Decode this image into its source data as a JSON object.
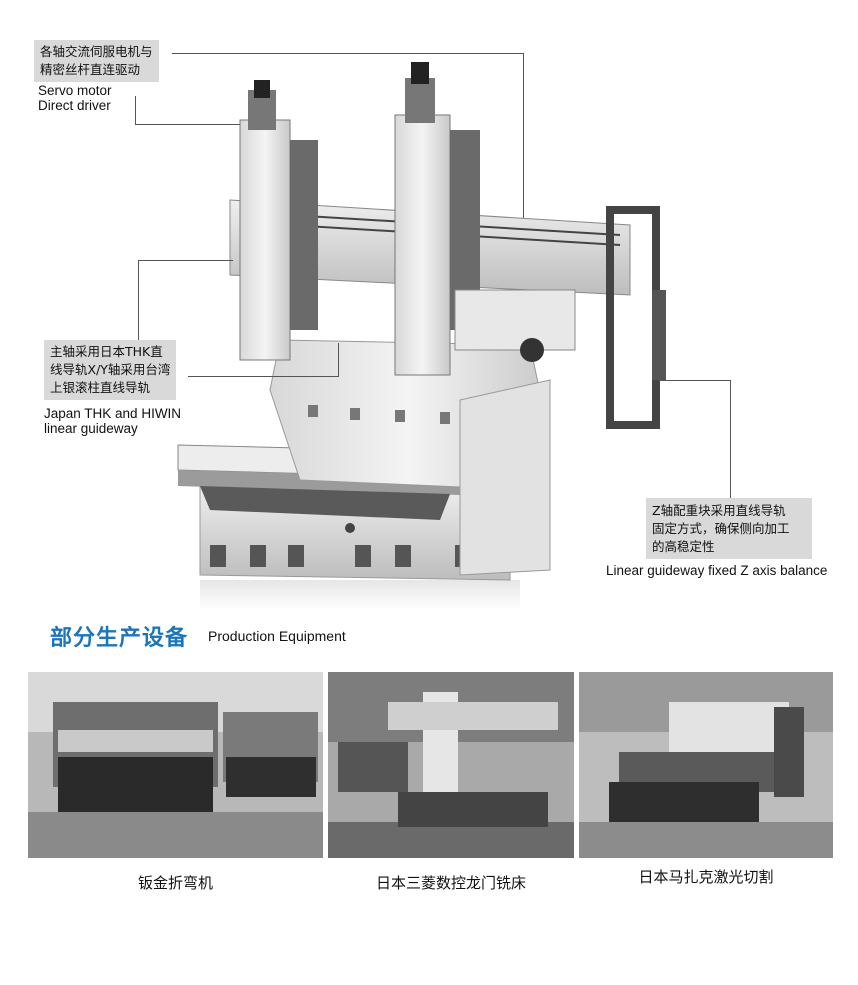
{
  "callouts": {
    "servo": {
      "cn_line1": "各轴交流伺服电机与",
      "cn_line2": "精密丝杆直连驱动",
      "en_line1": "Servo motor",
      "en_line2": "Direct driver"
    },
    "guideway": {
      "cn_line1": "主轴采用日本THK直",
      "cn_line2": "线导轨X/Y轴采用台湾",
      "cn_line3": "上银滚柱直线导轨",
      "en_line1": "Japan THK and HIWIN",
      "en_line2": "linear guideway"
    },
    "zaxis": {
      "cn_line1": "Z轴配重块采用直线导轨",
      "cn_line2": "固定方式，确保侧向加工",
      "cn_line3": "的高稳定性",
      "en_line1": "Linear guideway fixed Z axis balance"
    }
  },
  "section": {
    "title_cn": "部分生产设备",
    "title_en": "Production Equipment"
  },
  "equipment": [
    {
      "caption": "钣金折弯机"
    },
    {
      "caption": "日本三菱数控龙门铣床"
    },
    {
      "caption": "日本马扎克激光切割"
    }
  ],
  "colors": {
    "accent": "#1b75bb",
    "callout_bg": "#d9d9d9"
  }
}
